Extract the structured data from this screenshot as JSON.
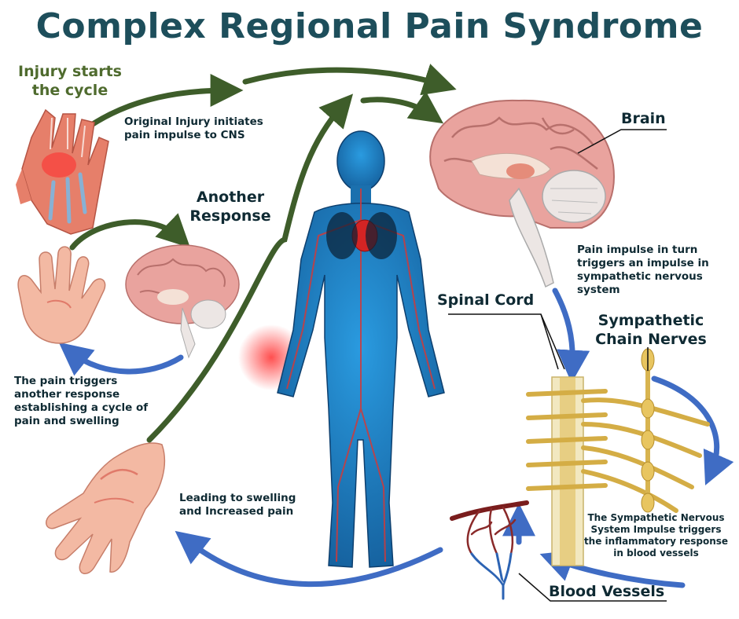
{
  "title": "Complex Regional Pain Syndrome",
  "labels": {
    "injury_starts": "Injury starts the cycle",
    "original_injury": "Original Injury initiates pain impulse to CNS",
    "another_response": "Another Response",
    "brain": "Brain",
    "pain_impulse_turn": "Pain impulse in turn triggers an impulse in sympathetic nervous system",
    "spinal_cord": "Spinal Cord",
    "sympathetic_chain": "Sympathetic Chain Nerves",
    "pain_triggers": "The pain triggers another response establishing a cycle of pain and swelling",
    "leading_swelling": "Leading to swelling and Increased pain",
    "sympathetic_impulse": "The Sympathetic Nervous System Impulse triggers the inflammatory response in blood vessels",
    "blood_vessels": "Blood Vessels"
  },
  "colors": {
    "title": "#1d4e5b",
    "green_arrow": "#3e5d2a",
    "blue_arrow": "#3f6cc4",
    "body": "#1f7fc0",
    "brain": "#e9a39e",
    "skin": "#f3b9a3"
  }
}
